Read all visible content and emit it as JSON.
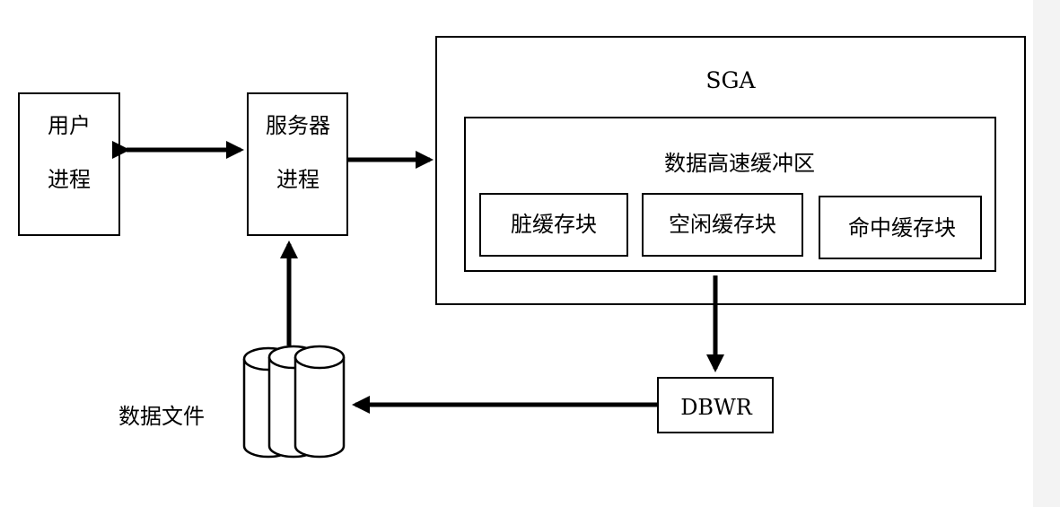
{
  "diagram": {
    "user_process": {
      "line1": "用户",
      "line2": "进程"
    },
    "server_process": {
      "line1": "服务器",
      "line2": "进程"
    },
    "sga": {
      "title": "SGA",
      "buffer_cache": {
        "title": "数据高速缓冲区",
        "blocks": [
          "脏缓存块",
          "空闲缓存块",
          "命中缓存块"
        ]
      }
    },
    "dbwr": "DBWR",
    "data_files": "数据文件"
  },
  "colors": {
    "stroke": "#000000",
    "background": "#ffffff",
    "scroll_strip": "#f3f3f3"
  }
}
